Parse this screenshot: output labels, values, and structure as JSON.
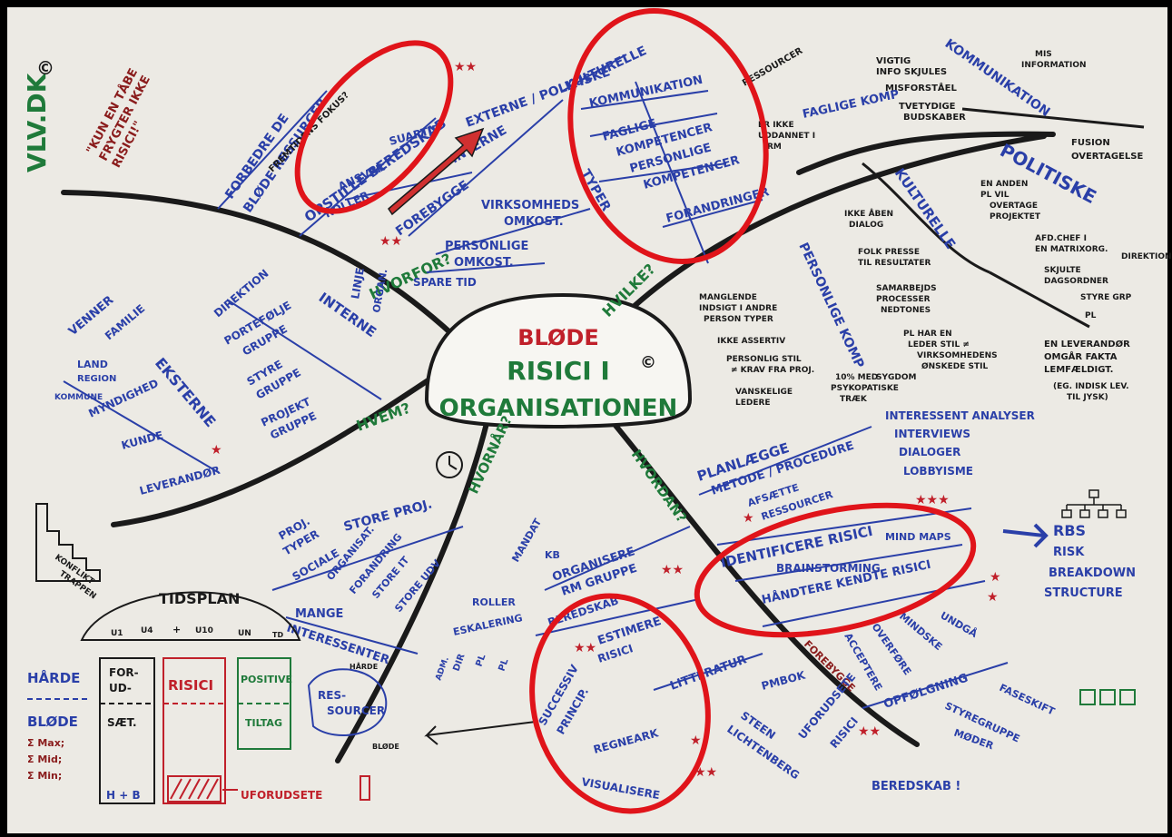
{
  "center": {
    "line1": "BLØDE",
    "line2": "RISICI I",
    "line3": "ORGANISATIONEN",
    "copyright": "©"
  },
  "corner": {
    "brand": "VLV.DK",
    "copyright": "©",
    "quote": [
      "\"KUN EN TÅBE",
      "FRYGTER IKKE",
      "RISICI!\""
    ]
  },
  "hvorfor": {
    "label": "HVORFOR?",
    "items": [
      "FORBEDRE DE",
      "BLØDE RESSURCER",
      "FREMTIDENS FOKUS?",
      "OPSTILLE BEREDSKAB",
      "SUARTID",
      "ANSVAR",
      "ROLLER",
      "EXTERNE / POLITISKE",
      "INTERNE",
      "FOREBYGGE",
      "VIRKSOMHEDS",
      "OMKOST.",
      "PERSONLIGE",
      "OMKOST.",
      "SPARE TID"
    ]
  },
  "hvilke": {
    "label": "HVILKE?",
    "typer": "TYPER",
    "items": [
      "KULTURELLE",
      "KOMMUNIKATION",
      "FAGLIGE",
      "KOMPETENCER",
      "PERSONLIGE",
      "KOMPETENCER",
      "FORANDRINGER"
    ],
    "ressourcer": [
      "RESSOURCER",
      "ER IKKE",
      "UDDANNET I",
      "RM"
    ],
    "kommunikation": [
      "KOMMUNIKATION",
      "VIGTIG",
      "INFO SKJULES",
      "MISFORSTÅEL",
      "TVETYDIGE",
      "BUDSKABER",
      "MIS",
      "INFORMATION"
    ],
    "faglige": "FAGLIGE KOMP",
    "politiske": [
      "POLITISKE",
      "FUSION",
      "OVERTAGELSE",
      "EN ANDEN",
      "PL VIL",
      "OVERTAGE",
      "PROJEKTET",
      "AFD.CHEF I",
      "EN MATRIXORG.",
      "SKJULTE",
      "DAGSORDNER",
      "DIREKTION",
      "STYRE GRP",
      "PL"
    ],
    "kulturelle": [
      "KULTURELLE",
      "IKKE ÅBEN",
      "DIALOG",
      "FOLK PRESSE",
      "TIL RESULTATER",
      "SAMARBEJDS",
      "PROCESSER",
      "NEDTONES",
      "PL HAR EN",
      "LEDER STIL ≠",
      "VIRKSOMHEDENS",
      "ØNSKEDE STIL"
    ],
    "personlige": [
      "PERSONLIGE KOMP",
      "MANGLENDE",
      "INDSIGT I ANDRE",
      "PERSON TYPER",
      "IKKE ASSERTIV",
      "PERSONLIG STIL",
      "≠ KRAV FRA PROJ.",
      "VANSKELIGE",
      "LEDERE",
      "10% MED",
      "PSYKOPATISKE",
      "TRÆK",
      "SYGDOM"
    ],
    "leverandor": [
      "EN LEVERANDØR",
      "OMGÅR FAKTA",
      "LEMFÆLDIGT.",
      "(EG. INDISK LEV.",
      "TIL JYSK)"
    ]
  },
  "hvem": {
    "label": "HVEM?",
    "externe": [
      "EKSTERNE",
      "VENNER",
      "FAMILIE",
      "LAND",
      "REGION",
      "KOMMUNE",
      "MYNDIGHED",
      "KUNDE",
      "LEVERANDØR"
    ],
    "interne": [
      "INTERNE",
      "LINJE",
      "ORGAN.",
      "DIREKTION",
      "PORTEFØLJE",
      "GRUPPE",
      "STYRE",
      "GRUPPE",
      "PROJEKT",
      "GRUPPE"
    ],
    "konflikt": [
      "KONFLIKT",
      "TRAPPEN"
    ]
  },
  "hvornaar": {
    "label": "HVORNÅR?",
    "store": [
      "STORE PROJ.",
      "PROJ.",
      "TYPER",
      "SOCIALE",
      "ORGANISAT.",
      "FORANDRING",
      "STORE IT",
      "STORE UDV"
    ],
    "mange": [
      "MANGE",
      "INTERESSENTER"
    ],
    "tidsplan": "TIDSPLAN",
    "gates": [
      "U1",
      "U4",
      "+",
      "U10",
      "UN",
      "TD"
    ],
    "harde": [
      "HÅRDE",
      "RES-",
      "SOURCER",
      "BLØDE"
    ],
    "table": {
      "harde": "HÅRDE",
      "bloede": "BLØDE",
      "forud": [
        "FOR-",
        "UD-"
      ],
      "saet": "SÆT.",
      "risici": "RISICI",
      "positive": "POSITIVE",
      "tiltag": "TILTAG",
      "sums": [
        "Σ Max;",
        "Σ Mid;",
        "Σ Min;"
      ],
      "hb": "H + B",
      "uforudsete": "UFORUDSETE"
    }
  },
  "hvordan": {
    "label": "HVORDAN?",
    "plan": [
      "PLANLÆGGE",
      "METODE / PROCEDURE",
      "AFSÆTTE",
      "RESSOURCER"
    ],
    "interessent": [
      "INTERESSENT ANALYSER",
      "INTERVIEWS",
      "DIALOGER",
      "LOBBYISME"
    ],
    "identificere": [
      "IDENTIFICERE RISICI",
      "MIND MAPS",
      "BRAINSTORMING"
    ],
    "rbs": [
      "RBS",
      "RISK",
      "BREAKDOWN",
      "STRUCTURE"
    ],
    "haandtere": [
      "HÅNDTERE KENDTE RISICI",
      "UNDGÅ",
      "MINDSKE",
      "OVERFØRE",
      "ACCEPTERE",
      "FOREBYGGE"
    ],
    "opfolgning": [
      "OPFØLGNING",
      "FASESKIFT",
      "STYREGRUPPE",
      "MØDER"
    ],
    "uforudsete": [
      "UFORUDSETE",
      "RISICI",
      "BEREDSKAB !"
    ],
    "organisere": [
      "ORGANISERE",
      "RM GRUPPE",
      "MANDAT",
      "KB",
      "ROLLER",
      "BEREDSKAB",
      "ESKALERING",
      "ADM.",
      "DIR",
      "PL",
      "PL"
    ],
    "estimere": [
      "ESTIMERE",
      "RISICI",
      "SUCCESSIV",
      "PRINCIP.",
      "REGNEARK",
      "VISUALISERE",
      "LITTERATUR",
      "PMBOK",
      "STEEN",
      "LICHTENBERG"
    ]
  },
  "colors": {
    "paper": "#eceae4",
    "ink_blue": "#2a3fa8",
    "ink_green": "#1f7a3a",
    "ink_red": "#c0202a",
    "ink_black": "#1a1a1a",
    "circle_red": "#e0141a"
  }
}
